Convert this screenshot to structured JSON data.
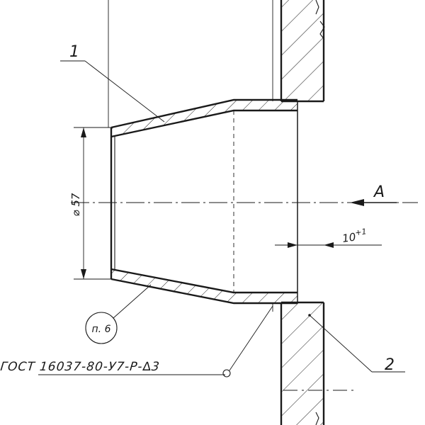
{
  "labels": {
    "part_1": "1",
    "part_2": "2",
    "view_a": "A",
    "diameter": "⌀ 57",
    "tolerance": "10",
    "tolerance_sup": "+1",
    "note_ref": "п. 6",
    "weld_symbol": "ГОСТ 16037-80-У7-Р-∆3"
  }
}
